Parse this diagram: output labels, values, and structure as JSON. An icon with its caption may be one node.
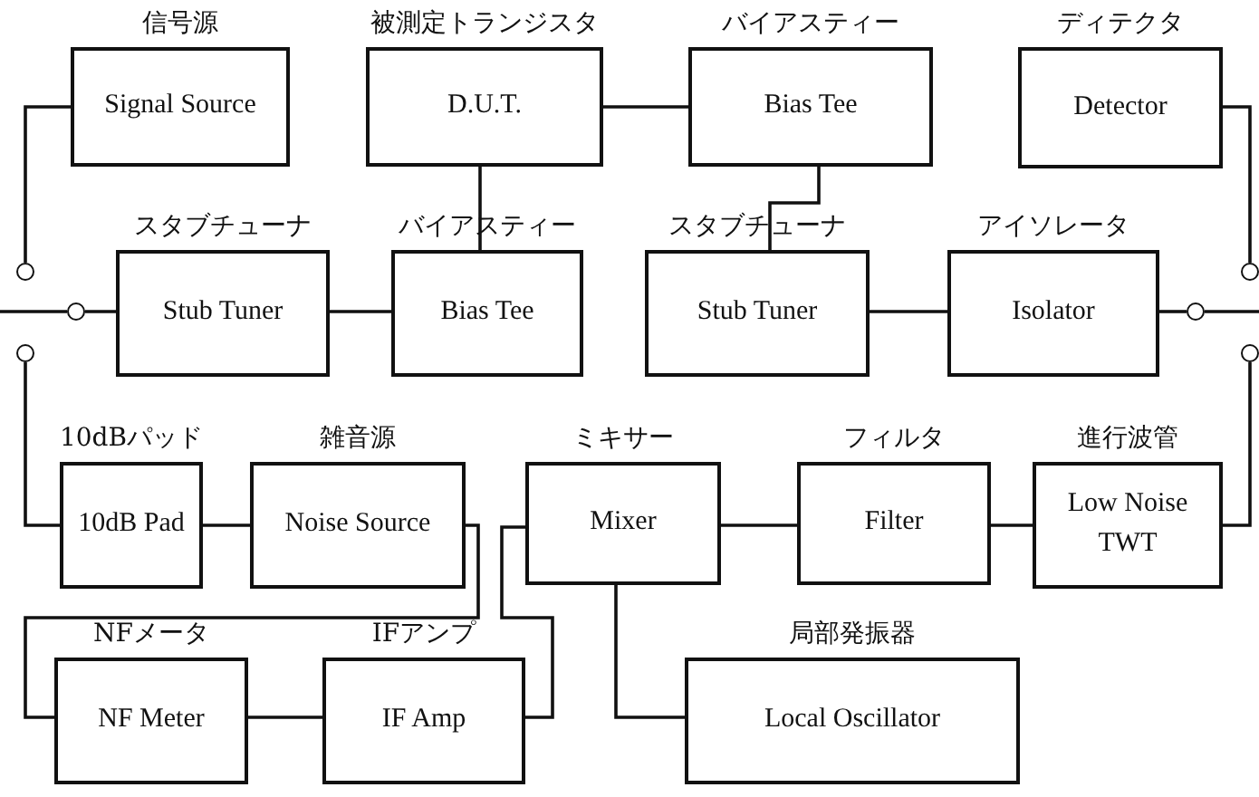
{
  "diagram": {
    "nodes": [
      {
        "text": [
          "信号源",
          "Signal Source"
        ]
      },
      {
        "text": [
          "被測定トランジスタ",
          "D.U.T."
        ]
      },
      {
        "text": [
          "バイアスティー",
          "Bias Tee"
        ]
      },
      {
        "text": [
          "ディテクタ",
          "Detector"
        ]
      },
      {
        "text": [
          "スタブチューナ",
          "Stub Tuner"
        ]
      },
      {
        "text": [
          "バイアスティー",
          "Bias Tee"
        ]
      },
      {
        "text": [
          "スタブチューナ",
          "Stub Tuner"
        ]
      },
      {
        "text": [
          "アイソレータ",
          "Isolator"
        ]
      },
      {
        "text": [
          "10dBパッド",
          "10dB Pad"
        ]
      },
      {
        "text": [
          "雑音源",
          "Noise Source"
        ]
      },
      {
        "text": [
          "ミキサー",
          "Mixer"
        ]
      },
      {
        "text": [
          "フィルタ",
          "Filter"
        ]
      },
      {
        "text": [
          "進行波管",
          "Low Noise TWT"
        ]
      },
      {
        "text": [
          "NFメータ",
          "NF Meter"
        ]
      },
      {
        "text": [
          "IFアンプ",
          "IF Amp"
        ]
      },
      {
        "text": [
          "局部発振器",
          "Local Oscillator"
        ]
      },
      {
        "text": [],
        "shape": "circle"
      },
      {
        "text": [],
        "shape": "circle"
      },
      {
        "text": [],
        "shape": "circle"
      },
      {
        "text": [],
        "shape": "circle"
      },
      {
        "text": [],
        "shape": "circle"
      },
      {
        "text": [],
        "shape": "circle"
      }
    ],
    "edges": [
      {
        "from": 0,
        "to": 16,
        "arrow": "none"
      },
      {
        "from": 8,
        "to": 17,
        "arrow": "none"
      },
      {
        "from": null,
        "to": 18,
        "arrow": "none"
      },
      {
        "from": 18,
        "to": 4,
        "arrow": "none"
      },
      {
        "from": 4,
        "to": 5,
        "arrow": "none"
      },
      {
        "from": 1,
        "to": 2,
        "arrow": "none"
      },
      {
        "from": 1,
        "to": 5,
        "arrow": "none"
      },
      {
        "from": 2,
        "to": 6,
        "arrow": "none"
      },
      {
        "from": 6,
        "to": 7,
        "arrow": "none"
      },
      {
        "from": 7,
        "to": 19,
        "arrow": "none"
      },
      {
        "from": 19,
        "to": null,
        "arrow": "none"
      },
      {
        "from": 3,
        "to": 20,
        "arrow": "none"
      },
      {
        "from": 12,
        "to": 21,
        "arrow": "none"
      },
      {
        "from": 8,
        "to": 9,
        "arrow": "none"
      },
      {
        "from": 9,
        "to": 13,
        "arrow": "none"
      },
      {
        "from": 13,
        "to": 14,
        "arrow": "none"
      },
      {
        "from": 10,
        "to": 14,
        "arrow": "none"
      },
      {
        "from": 10,
        "to": 15,
        "arrow": "none"
      },
      {
        "from": 10,
        "to": 11,
        "arrow": "none"
      },
      {
        "from": 11,
        "to": 12,
        "arrow": "none"
      }
    ]
  }
}
